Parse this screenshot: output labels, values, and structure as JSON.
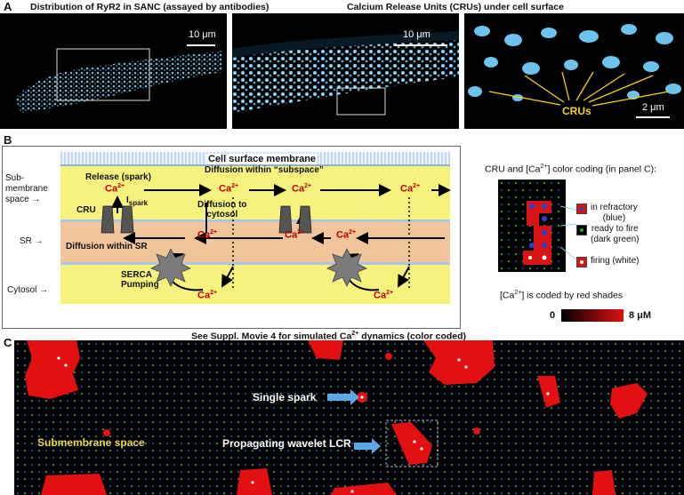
{
  "panel_a": {
    "label": "A",
    "title_left": "Distribution of RyR2 in SANC (assayed by antibodies)",
    "title_right": "Calcium Release Units (CRUs) under cell surface",
    "scale1": "10 μm",
    "scale2": "10 μm",
    "scale3": "2 μm",
    "crus_label": "CRUs"
  },
  "panel_b": {
    "label": "B",
    "membrane": "Cell surface membrane",
    "row_sub": "Sub-\nmembrane\nspace →",
    "row_sr": "SR →",
    "row_cytosol": "Cytosol →",
    "release": "Release (spark)",
    "diffusion_subspace": "Diffusion within “subspace”",
    "cru": "CRU",
    "ispark": "I",
    "ispark_sub": "spark",
    "diffusion_cytosol": "Diffusion to\ncytosol",
    "diffusion_sr": "Diffusion within SR",
    "serca": "SERCA\nPumping",
    "ca": "Ca",
    "ca_sup": "2+",
    "legend_title_a": "CRU and [Ca",
    "legend_title_b": "] color coding (in panel C):",
    "legend_refractory": "in refractory\n(blue)",
    "legend_ready": "ready to fire\n(dark green)",
    "legend_firing": "firing (white)",
    "legend_coded_a": "[Ca",
    "legend_coded_b": "] is coded by red shades",
    "cbar_min": "0",
    "cbar_max": "8 μM",
    "colors": {
      "membrane_blue": "#d6e7f5",
      "subspace_yellow": "#f5f27e",
      "sr_orange": "#f0c59a",
      "sr_line": "#a9c6e4"
    }
  },
  "panel_c": {
    "label": "C",
    "title_a": "See Suppl. Movie 4 for simulated Ca",
    "title_b": " dynamics (color coded)",
    "single_spark": "Single spark",
    "propagating": "Propagating wavelet LCR",
    "submembrane": "Submembrane space",
    "colors": {
      "bg": "#000000",
      "grid_blue": "#2a3fd0",
      "grid_green": "#22b030",
      "red": "#e21010",
      "arrow": "#5aa8e6",
      "yellow_text": "#e8d84a"
    }
  }
}
